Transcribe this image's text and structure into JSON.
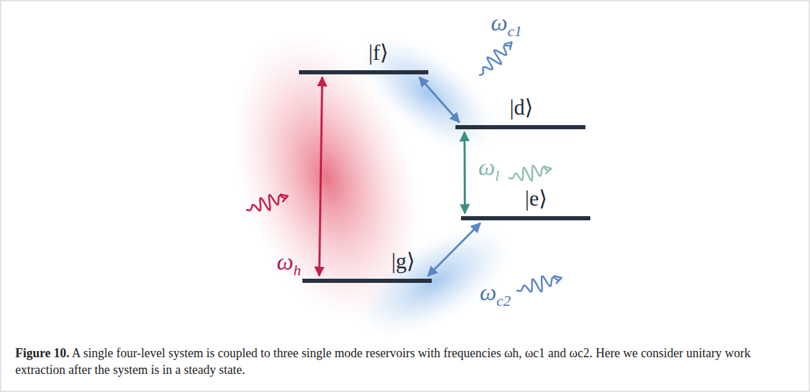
{
  "diagram": {
    "caption": "Figure 10. A single four-level system is coupled to three single mode reservoirs with frequencies ωh, ωc1 and ωc2. Here we consider unitary work extraction after the system is in a steady state.",
    "nodes": [
      {
        "text": [
          "|f⟩"
        ]
      },
      {
        "text": [
          "|d⟩"
        ]
      },
      {
        "text": [
          "|e⟩"
        ]
      },
      {
        "text": [
          "|g⟩"
        ]
      }
    ],
    "edges": [
      {
        "from": 0,
        "to": 3,
        "arrow": "both",
        "label": "ωh"
      },
      {
        "from": 0,
        "to": 1,
        "arrow": "both",
        "label": "ωc1"
      },
      {
        "from": 1,
        "to": 2,
        "arrow": "both",
        "label": "ωl"
      },
      {
        "from": 2,
        "to": 3,
        "arrow": "both",
        "label": "ωc2"
      }
    ]
  }
}
